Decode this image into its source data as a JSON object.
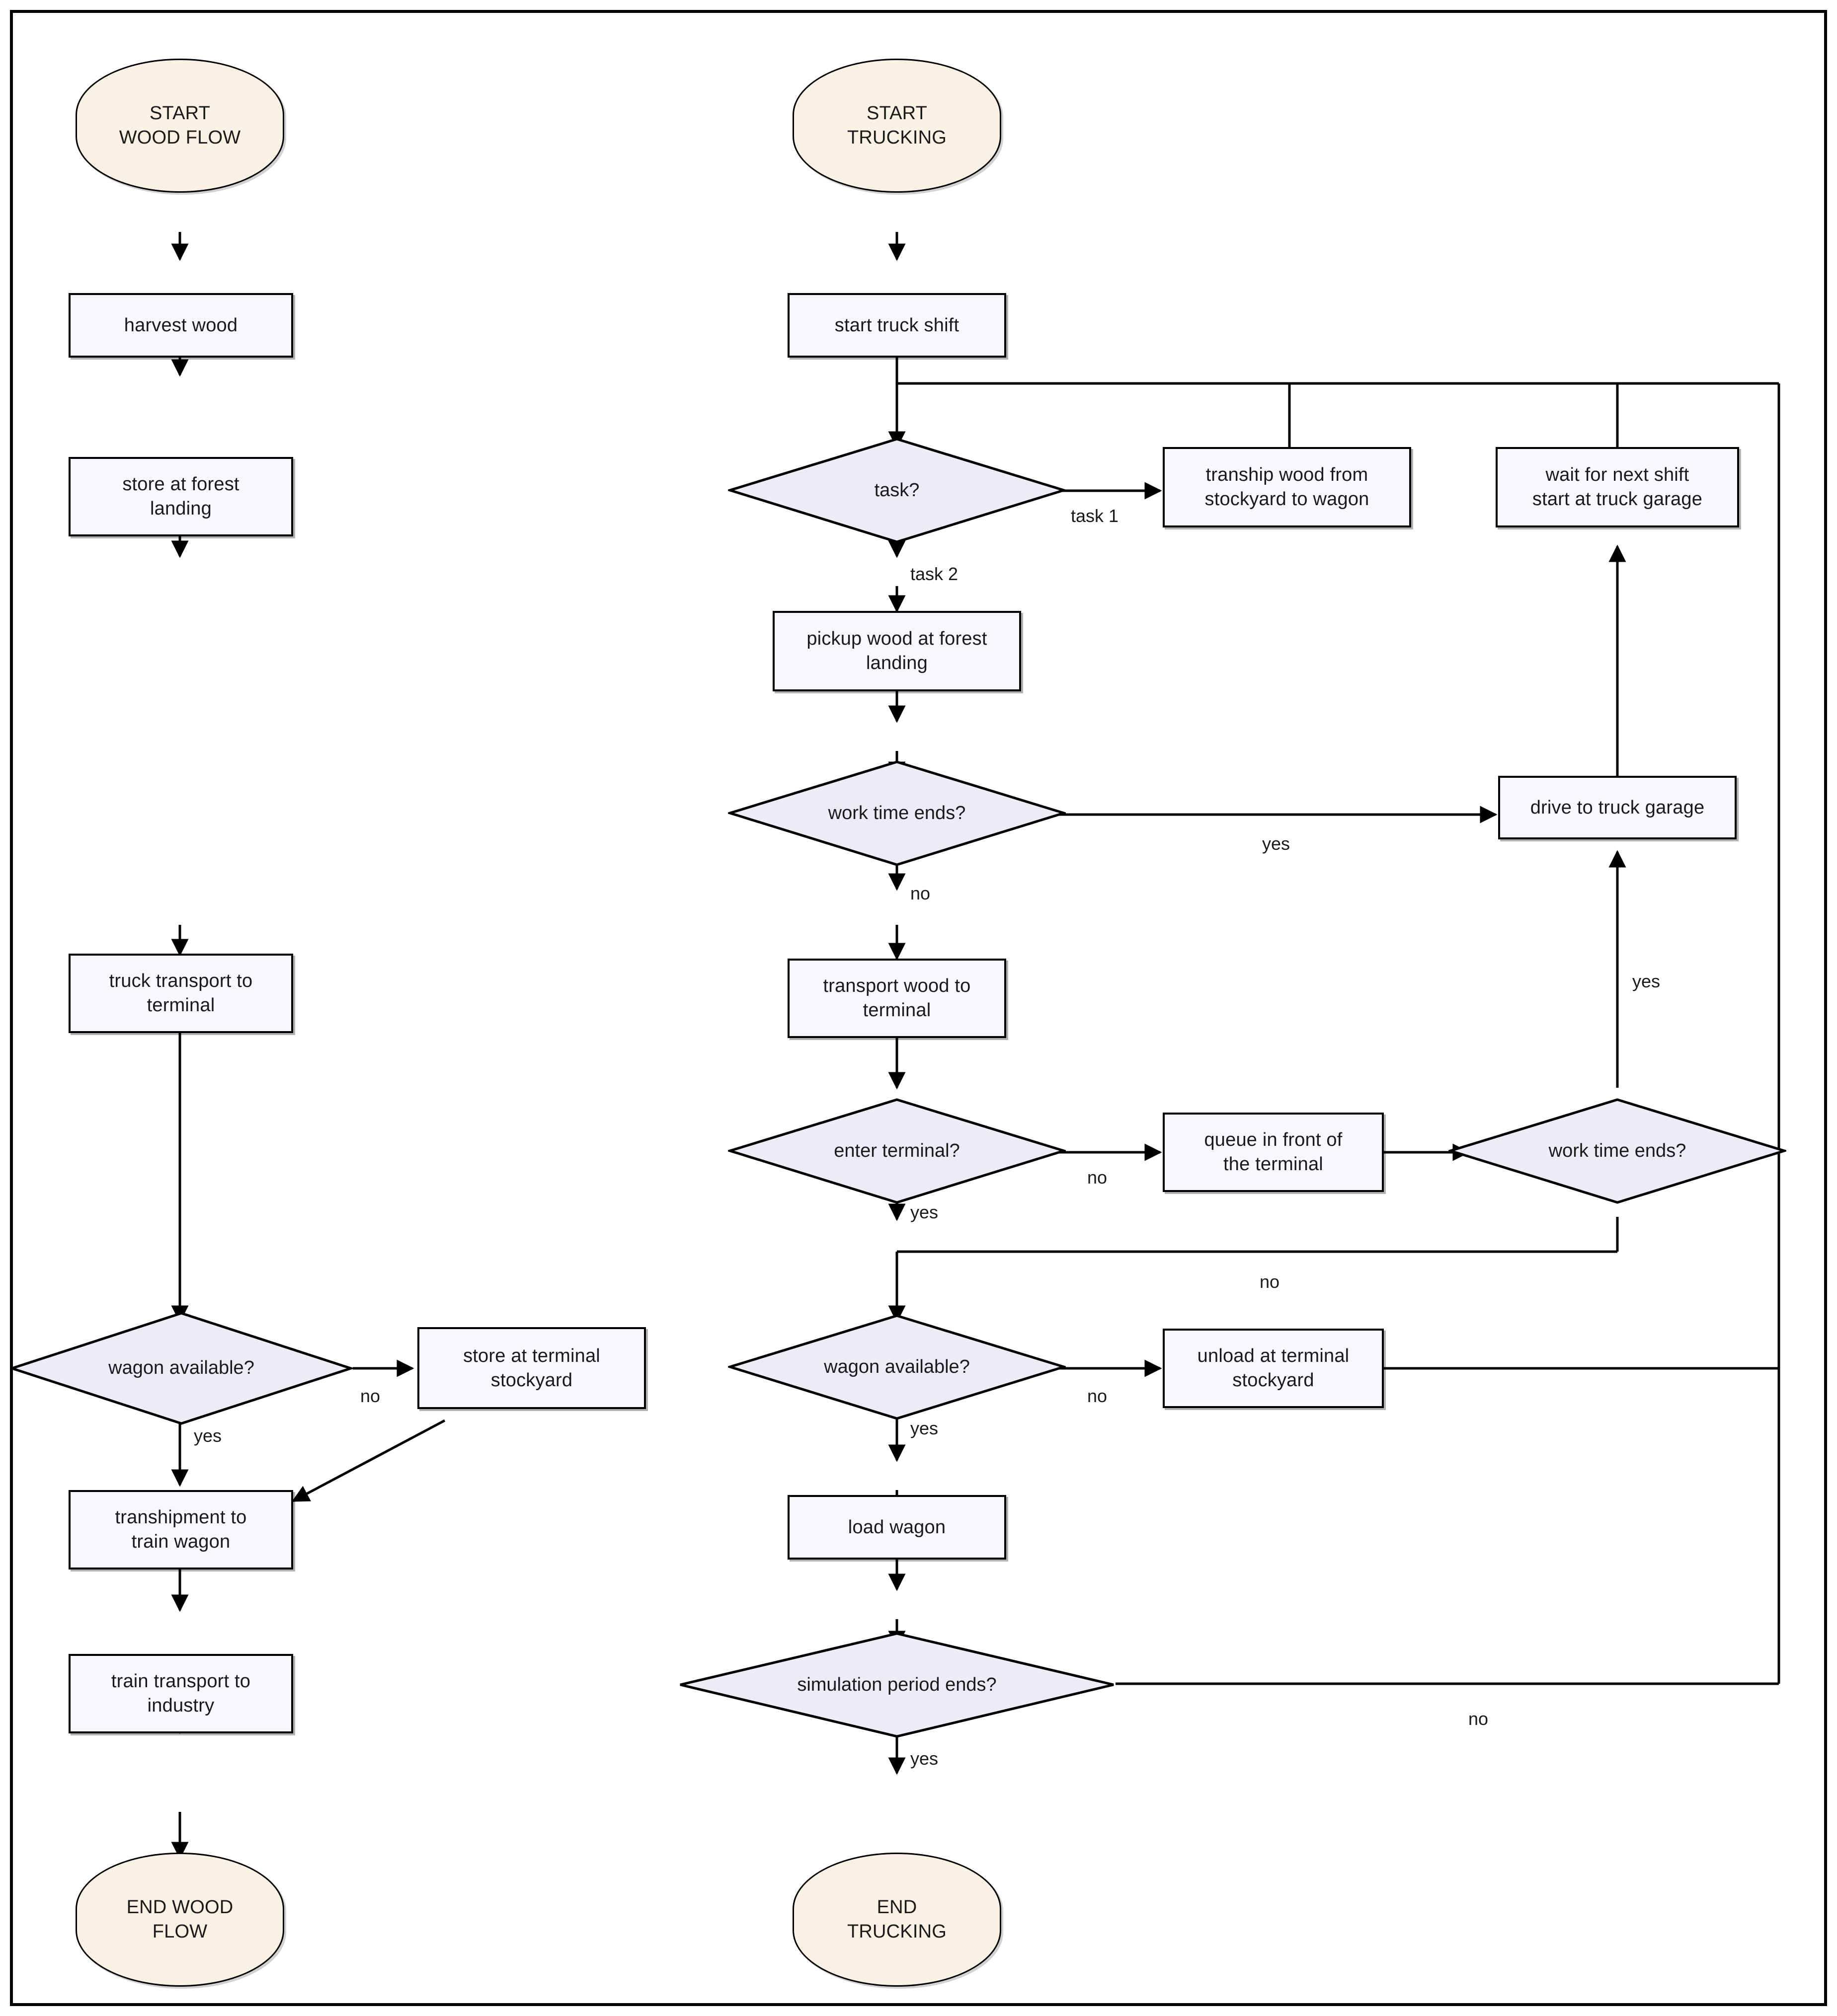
{
  "diagram": {
    "title_hidden": "",
    "colors": {
      "terminator_fill": "#fbf0e4",
      "process_fill": "#f7f7fd",
      "decision_fill": "#ececf8",
      "stroke": "#000000",
      "text": "#1a1a1a"
    }
  },
  "wood_flow": {
    "start": "START\nWOOD FLOW",
    "start_line1": "START",
    "start_line2": "WOOD FLOW",
    "harvest": "harvest wood",
    "store_landing": "store at forest\nlanding",
    "store_landing_l1": "store at forest",
    "store_landing_l2": "landing",
    "truck_transport": "truck transport to\nterminal",
    "truck_transport_l1": "truck transport to",
    "truck_transport_l2": "terminal",
    "wagon_available": "wagon available?",
    "store_stockyard_l1": "store at terminal",
    "store_stockyard_l2": "stockyard",
    "transhipment_l1": "transhipment to",
    "transhipment_l2": "train wagon",
    "train_transport_l1": "train transport to",
    "train_transport_l2": "industry",
    "end_l1": "END WOOD",
    "end_l2": "FLOW",
    "label_no": "no",
    "label_yes": "yes"
  },
  "trucking": {
    "start_l1": "START",
    "start_l2": "TRUCKING",
    "start_shift": "start truck shift",
    "task_decision": "task?",
    "label_task1": "task 1",
    "label_task2": "task 2",
    "tranship_l1": "tranship wood from",
    "tranship_l2": "stockyard to wagon",
    "wait_shift_l1": "wait for next shift",
    "wait_shift_l2": "start at truck garage",
    "pickup_l1": "pickup wood at forest",
    "pickup_l2": "landing",
    "work_time_ends_1": "work time ends?",
    "label_yes_1": "yes",
    "label_no_1": "no",
    "drive_garage": "drive to truck garage",
    "transport_wood_l1": "transport wood to",
    "transport_wood_l2": "terminal",
    "enter_terminal": "enter terminal?",
    "label_no_enter": "no",
    "label_yes_enter": "yes",
    "queue_l1": "queue in front of",
    "queue_l2": "the terminal",
    "work_time_ends_2": "work time ends?",
    "label_yes_2": "yes",
    "label_no_2": "no",
    "wagon_available": "wagon available?",
    "label_no_wagon": "no",
    "label_yes_wagon": "yes",
    "unload_l1": "unload at terminal",
    "unload_l2": "stockyard",
    "load_wagon": "load wagon",
    "simulation_ends": "simulation period ends?",
    "label_no_sim": "no",
    "label_yes_sim": "yes",
    "end_l1": "END",
    "end_l2": "TRUCKING"
  }
}
